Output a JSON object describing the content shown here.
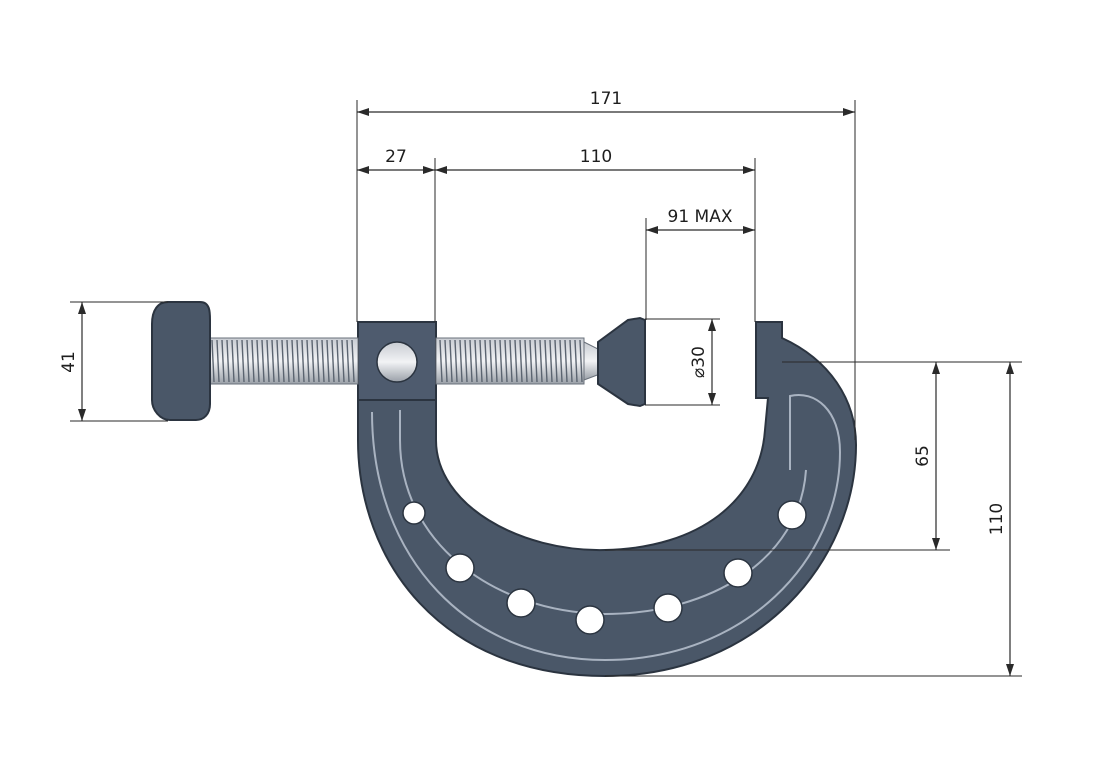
{
  "dimensions": {
    "overall_width": "171",
    "frame_offset": "27",
    "screw_span": "110",
    "opening": "91 MAX",
    "handle_height": "41",
    "pad_diameter": "⌀30",
    "throat_depth": "65",
    "overall_height": "110"
  },
  "colors": {
    "body": "#4a5768",
    "outline": "#2b3440",
    "highlight": "#a9b3c1",
    "dimension": "#2a2a2a"
  }
}
